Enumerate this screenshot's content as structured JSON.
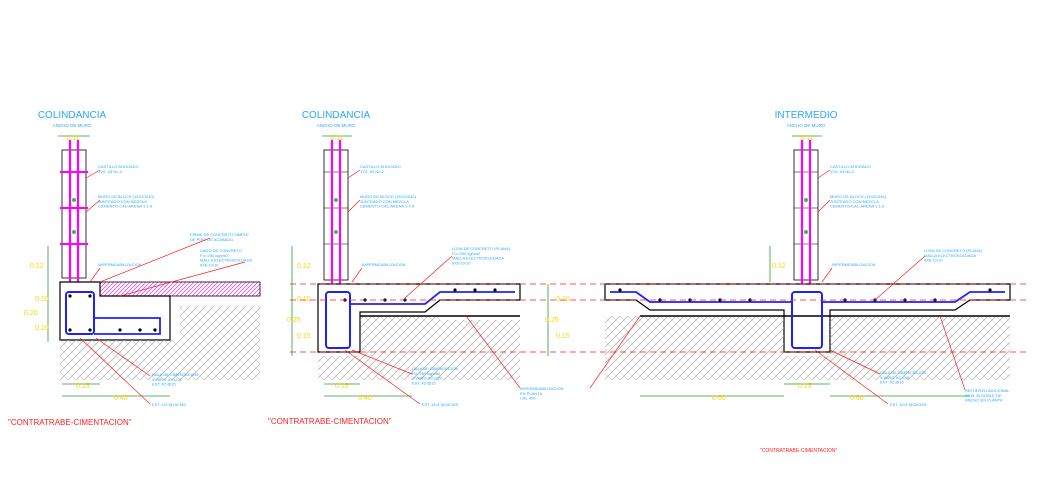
{
  "colors": {
    "background": "#ffffff",
    "title_text": "#2aa7ff",
    "dimension": "#ffd200",
    "dimension_line": "#23a02f",
    "leader": "#ff1e1e",
    "rebar_vertical": "#ff00ff",
    "stirrup": "#2020ff",
    "concrete_outline": "#000000",
    "hatch": "#888888",
    "node": "#23d02f"
  },
  "details": {
    "left": {
      "title": "COLINDANCIA",
      "subtitle": "ANCHO DE MURO",
      "width_top": "0.11",
      "dims_vertical": [
        "0.12",
        "0.10",
        "0.20",
        "0.10"
      ],
      "dims_horizontal": [
        "0.15",
        "0.40"
      ],
      "caption": "\"CONTRATRABE-CIMENTACION\"",
      "notes": {
        "castillo": "CASTILLO AHOGADO\n1VS. #3 No.2",
        "muro": "MURO DE BLOCK (15X20X40)\nJUNTEADO CON MEZCLA\nCEMENTO-CAL-ARENA 1-1-6",
        "firme": "FIRME DE CONCRETO SIMPLE\nDE PISO DE ACABADO",
        "impermeabilizacion": "IMPERMEABILIZACION",
        "dado": "DADO DE CONCRETO\nF'c=250 kg/cm2\nMALLA ELECTROSOLDADA\n6X6-10/10",
        "banqueta": "DALA DE CIMENTACION\n4 VARS. #3 c/15\nEST. #2 @15",
        "estribo": "EST. 1/4\"@15CMS."
      }
    },
    "middle": {
      "title": "COLINDANCIA",
      "subtitle": "ANCHO DE MURO",
      "width_top": "0.11",
      "dims_vertical": [
        "0.12",
        "0.10",
        "0.25",
        "0.15"
      ],
      "dims_horizontal": [
        "0.15",
        "0.40"
      ],
      "caption": "\"CONTRATRABE-CIMENTACION\"",
      "notes": {
        "castillo": "CASTILLO AHOGADO\n1VS. #3 No.2",
        "muro": "MURO DE BLOCK (15X20X40)\nJUNTEADO CON MEZCLA\nCEMENTO-CAL-ARENA 1-1-6",
        "impermeabilizacion": "IMPERMEABILIZACION",
        "losa": "LOSA DE CONCRETO (PLANA)\nF'c=250 kg/cm2\nMALLA ELECTROSOLDADA\n6X6-10/10",
        "dala": "DALA DE CIMENTACION\nF'c=250 kg/cm2\n4 VARS. #3 c/15\nEST. #2 @15",
        "impermeabilizacion2": "IMPERMEABILIZACION\nEN PLANTA\nCAL 400",
        "estribo": "EST. #1/4\"@15CMS."
      }
    },
    "right": {
      "title": "INTERMEDIO",
      "subtitle": "ANCHO DE MURO",
      "width_top": "0.11",
      "dims_vertical_left": [
        "0.12"
      ],
      "dims_vertical_mid": [
        "0.10",
        "0.25",
        "0.15"
      ],
      "dims_horizontal": [
        "0.60",
        "0.15",
        "0.60"
      ],
      "caption": "\"CONTRATRABE-CIMENTACION\"",
      "notes": {
        "castillo": "CASTILLO AHOGADO\n1VS. #3 No.2",
        "muro": "MURO DE BLOCK (15X20X40)\nJUNTEADO CON MEZCLA\nCEMENTO-CAL-ARENA 1-1-6",
        "impermeabilizacion": "IMPERMEABILIZACION",
        "losa": "LOSA DE CONCRETO (PLANA)\nMALLA ELECTROSOLDADA\n6X6-10/10",
        "dala": "DALA DE CIMENTACION\n4 VARS. #3 c/15\nEST. #2 @15",
        "refuerzo": "REFUERZO ADICIONAL\n#3 @ 30 DOBLE DE\nANCHO EN PLANTA",
        "estribo": "EST. #1/4\"@15CMS."
      }
    }
  }
}
